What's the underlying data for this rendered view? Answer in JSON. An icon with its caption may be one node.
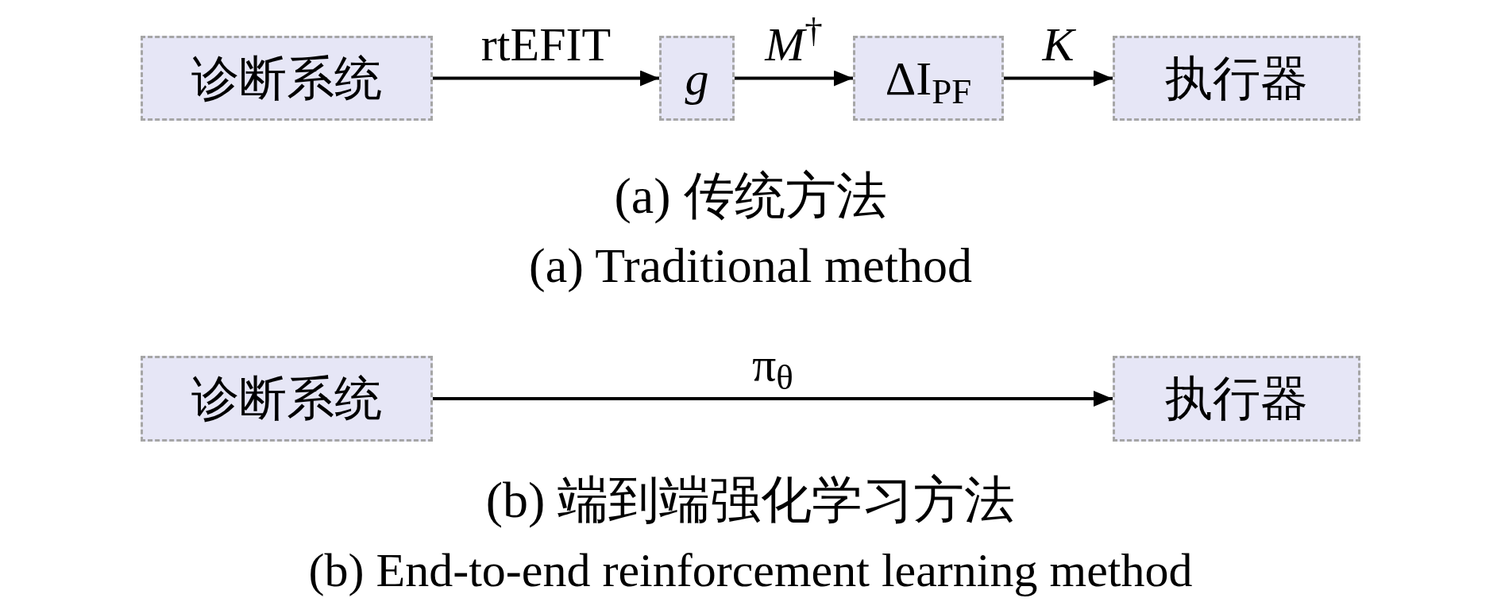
{
  "diagram": {
    "nodes": [
      {
        "text": [
          "诊断系统"
        ]
      },
      {
        "text": [
          "*g*"
        ]
      },
      {
        "text": [
          "ΔI$_{PF}$"
        ]
      },
      {
        "text": [
          "执行器"
        ]
      },
      {
        "text": [
          "诊断系统"
        ]
      },
      {
        "text": [
          "执行器"
        ]
      }
    ],
    "edges": [
      {
        "from": 0,
        "to": 1,
        "arrow": "to",
        "label": "rtEFIT"
      },
      {
        "from": 1,
        "to": 2,
        "arrow": "to",
        "label": "*M*$^{†}$"
      },
      {
        "from": 2,
        "to": 3,
        "arrow": "to",
        "label": "*K*"
      },
      {
        "from": 4,
        "to": 5,
        "arrow": "to",
        "label": "π$_{θ}$"
      }
    ],
    "labels": [
      "(a) 传统方法",
      "(a) Traditional method",
      "(b) 端到端强化学习方法",
      "(b) End-to-end reinforcement learning method"
    ]
  }
}
